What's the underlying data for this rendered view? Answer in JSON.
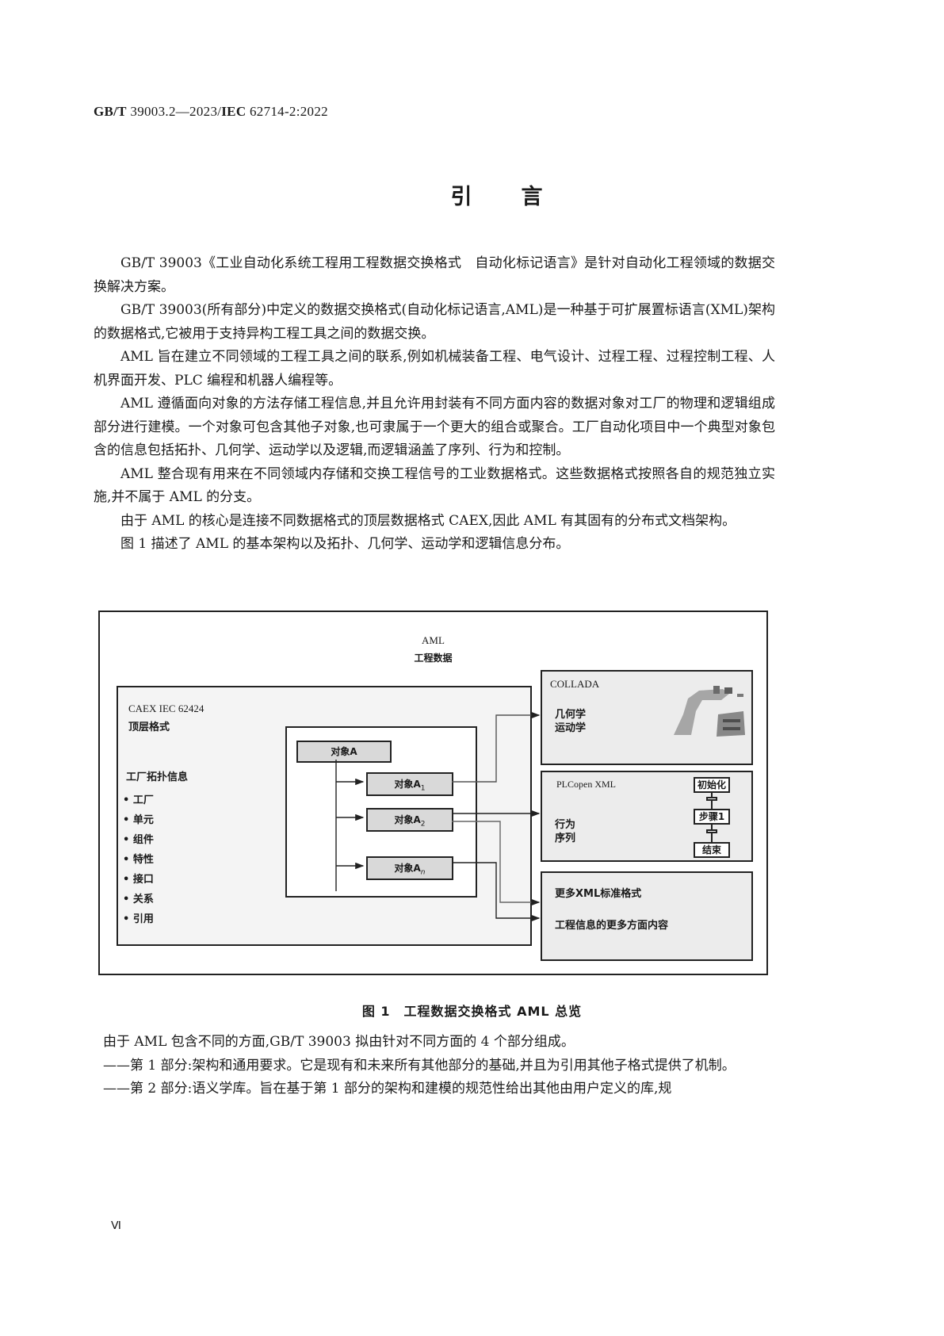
{
  "header": {
    "standard_prefix": "GB/T",
    "standard_id": "39003.2—2023/",
    "iec_prefix": "IEC",
    "iec_id": "62714-2:2022"
  },
  "title": "引言",
  "paragraphs_top": [
    "GB/T 39003《工业自动化系统工程用工程数据交换格式　自动化标记语言》是针对自动化工程领域的数据交换解决方案。",
    "GB/T 39003(所有部分)中定义的数据交换格式(自动化标记语言,AML)是一种基于可扩展置标语言(XML)架构的数据格式,它被用于支持异构工程工具之间的数据交换。",
    "AML 旨在建立不同领域的工程工具之间的联系,例如机械装备工程、电气设计、过程工程、过程控制工程、人机界面开发、PLC 编程和机器人编程等。",
    "AML 遵循面向对象的方法存储工程信息,并且允许用封装有不同方面内容的数据对象对工厂的物理和逻辑组成部分进行建模。一个对象可包含其他子对象,也可隶属于一个更大的组合或聚合。工厂自动化项目中一个典型对象包含的信息包括拓扑、几何学、运动学以及逻辑,而逻辑涵盖了序列、行为和控制。",
    "AML 整合现有用来在不同领域内存储和交换工程信号的工业数据格式。这些数据格式按照各自的规范独立实施,并不属于 AML 的分支。",
    "由于 AML 的核心是连接不同数据格式的顶层数据格式 CAEX,因此 AML 有其固有的分布式文档架构。",
    "图 1 描述了 AML 的基本架构以及拓扑、几何学、运动学和逻辑信息分布。"
  ],
  "figure": {
    "top_label_1": "AML",
    "top_label_2": "工程数据",
    "caex": {
      "name": "CAEX IEC  62424",
      "subtitle": "顶层格式",
      "topology_heading": "工厂拓扑信息",
      "topology_items": [
        "工厂",
        "单元",
        "组件",
        "特性",
        "接口",
        "关系",
        "引用"
      ]
    },
    "objects": {
      "root": "对象A",
      "children": [
        {
          "label": "对象A",
          "sub": "1"
        },
        {
          "label": "对象A",
          "sub": "2"
        },
        {
          "label": "对象A",
          "sub": "n"
        }
      ],
      "ellipsis": "⋮"
    },
    "collada": {
      "name": "COLLADA",
      "line1": "几何学",
      "line2": "运动学",
      "image": "robot-arm-illustration"
    },
    "plcopen": {
      "name": "PLCopen XML",
      "line1": "行为",
      "line2": "序列",
      "steps": [
        "初始化",
        "步骤1",
        "结束"
      ]
    },
    "more": {
      "line1": "更多XML标准格式",
      "line2": "工程信息的更多方面内容"
    }
  },
  "caption": "图 1　工程数据交换格式 AML 总览",
  "paragraphs_bottom": {
    "intro": "由于 AML 包含不同的方面,GB/T 39003 拟由针对不同方面的 4 个部分组成。",
    "items": [
      "——第 1 部分:架构和通用要求。它是现有和未来所有其他部分的基础,并且为引用其他子格式提供了机制。",
      "——第 2 部分:语义学库。旨在基于第 1 部分的架构和建模的规范性给出其他由用户定义的库,规"
    ]
  },
  "page_number": "Ⅵ"
}
